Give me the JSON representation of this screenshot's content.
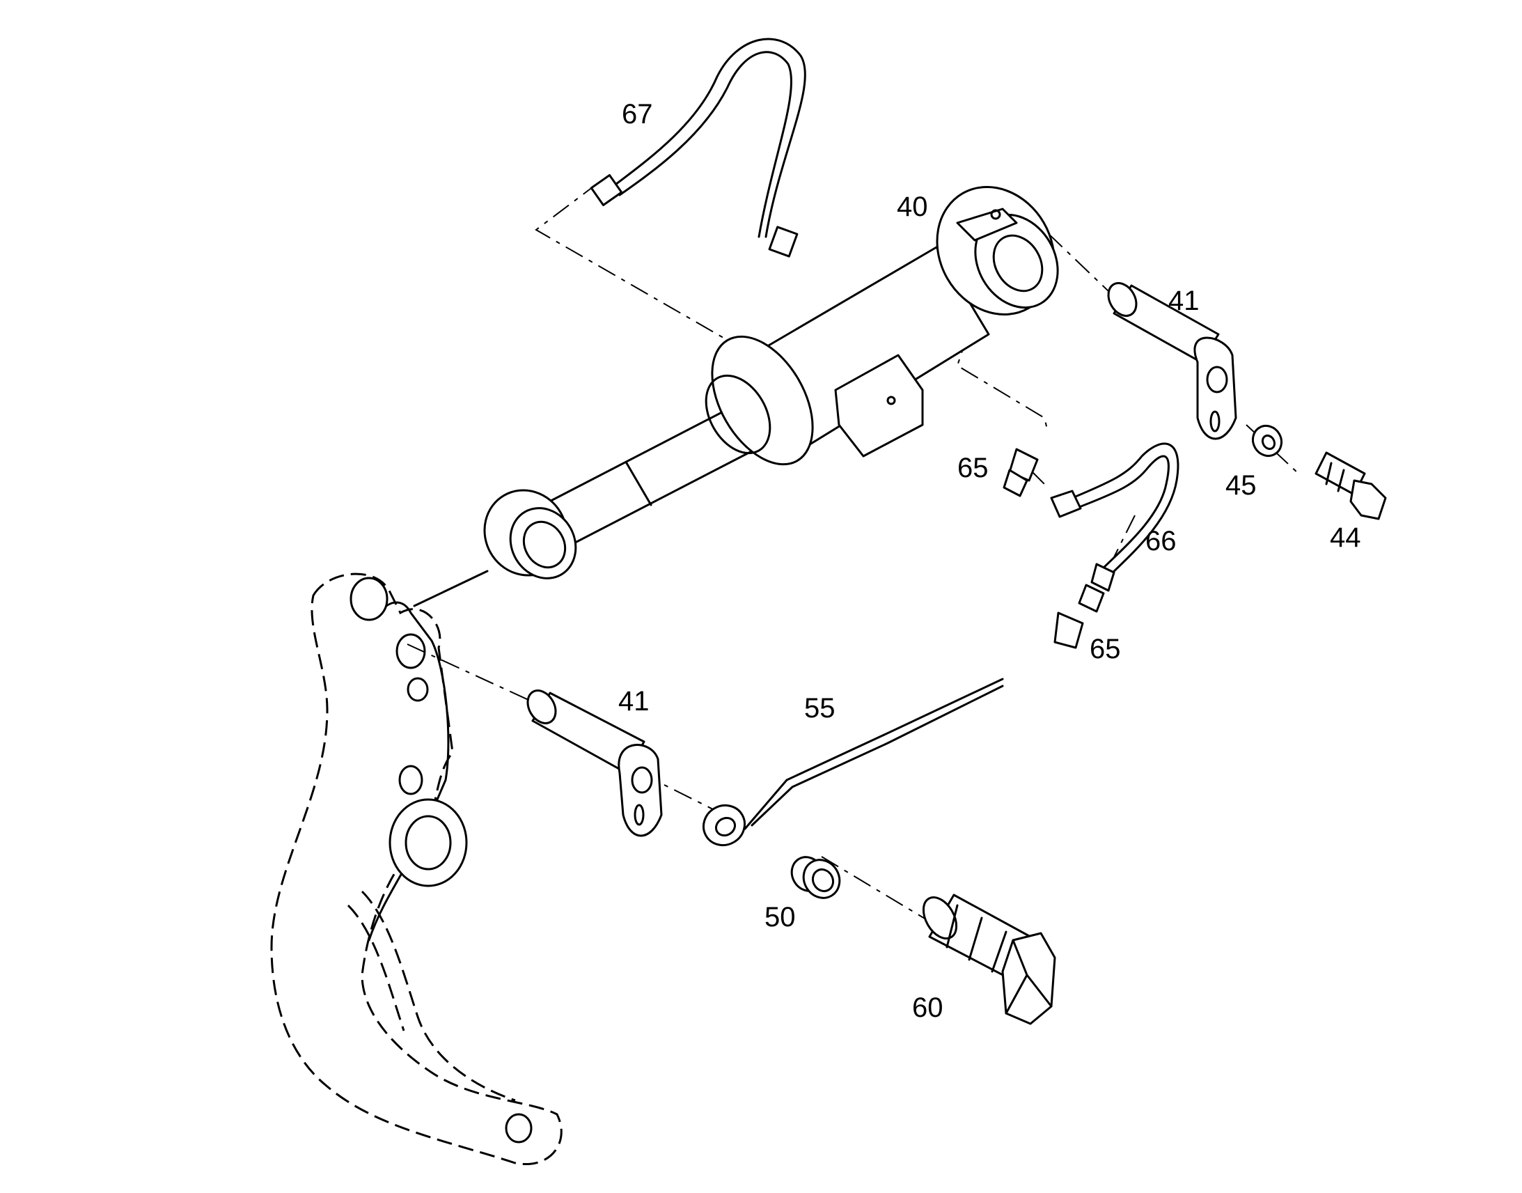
{
  "callouts": {
    "c67": "67",
    "c40": "40",
    "c41_top": "41",
    "c65_top": "65",
    "c45": "45",
    "c44": "44",
    "c66": "66",
    "c65_bottom": "65",
    "c41_bottom": "41",
    "c55": "55",
    "c50": "50",
    "c60": "60"
  }
}
